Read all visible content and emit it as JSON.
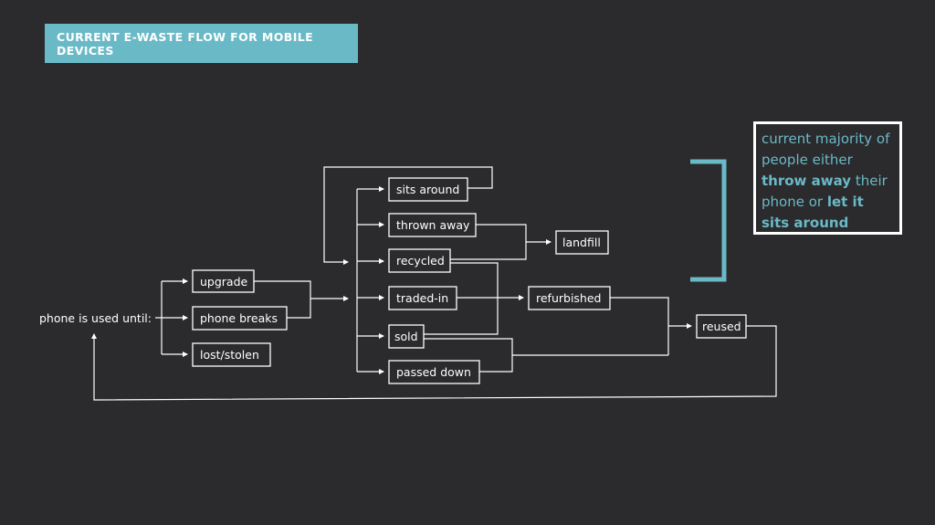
{
  "title": "CURRENT E-WASTE FLOW FOR MOBILE DEVICES",
  "start_label": "phone is used until:",
  "nodes": {
    "upgrade": "upgrade",
    "phone_breaks": "phone breaks",
    "lost_stolen": "lost/stolen",
    "sits_around": "sits around",
    "thrown_away": "thrown away",
    "recycled": "recycled",
    "traded_in": "traded-in",
    "sold": "sold",
    "passed_down": "passed down",
    "landfill": "landfill",
    "refurbished": "refurbished",
    "reused": "reused"
  },
  "note": {
    "part1": "current majority of people either ",
    "bold1": "throw away",
    "part2": " their phone or ",
    "bold2": "let it sits around"
  },
  "colors": {
    "background": "#2b2a2c",
    "accent": "#6ab9c7",
    "line": "#ffffff"
  }
}
